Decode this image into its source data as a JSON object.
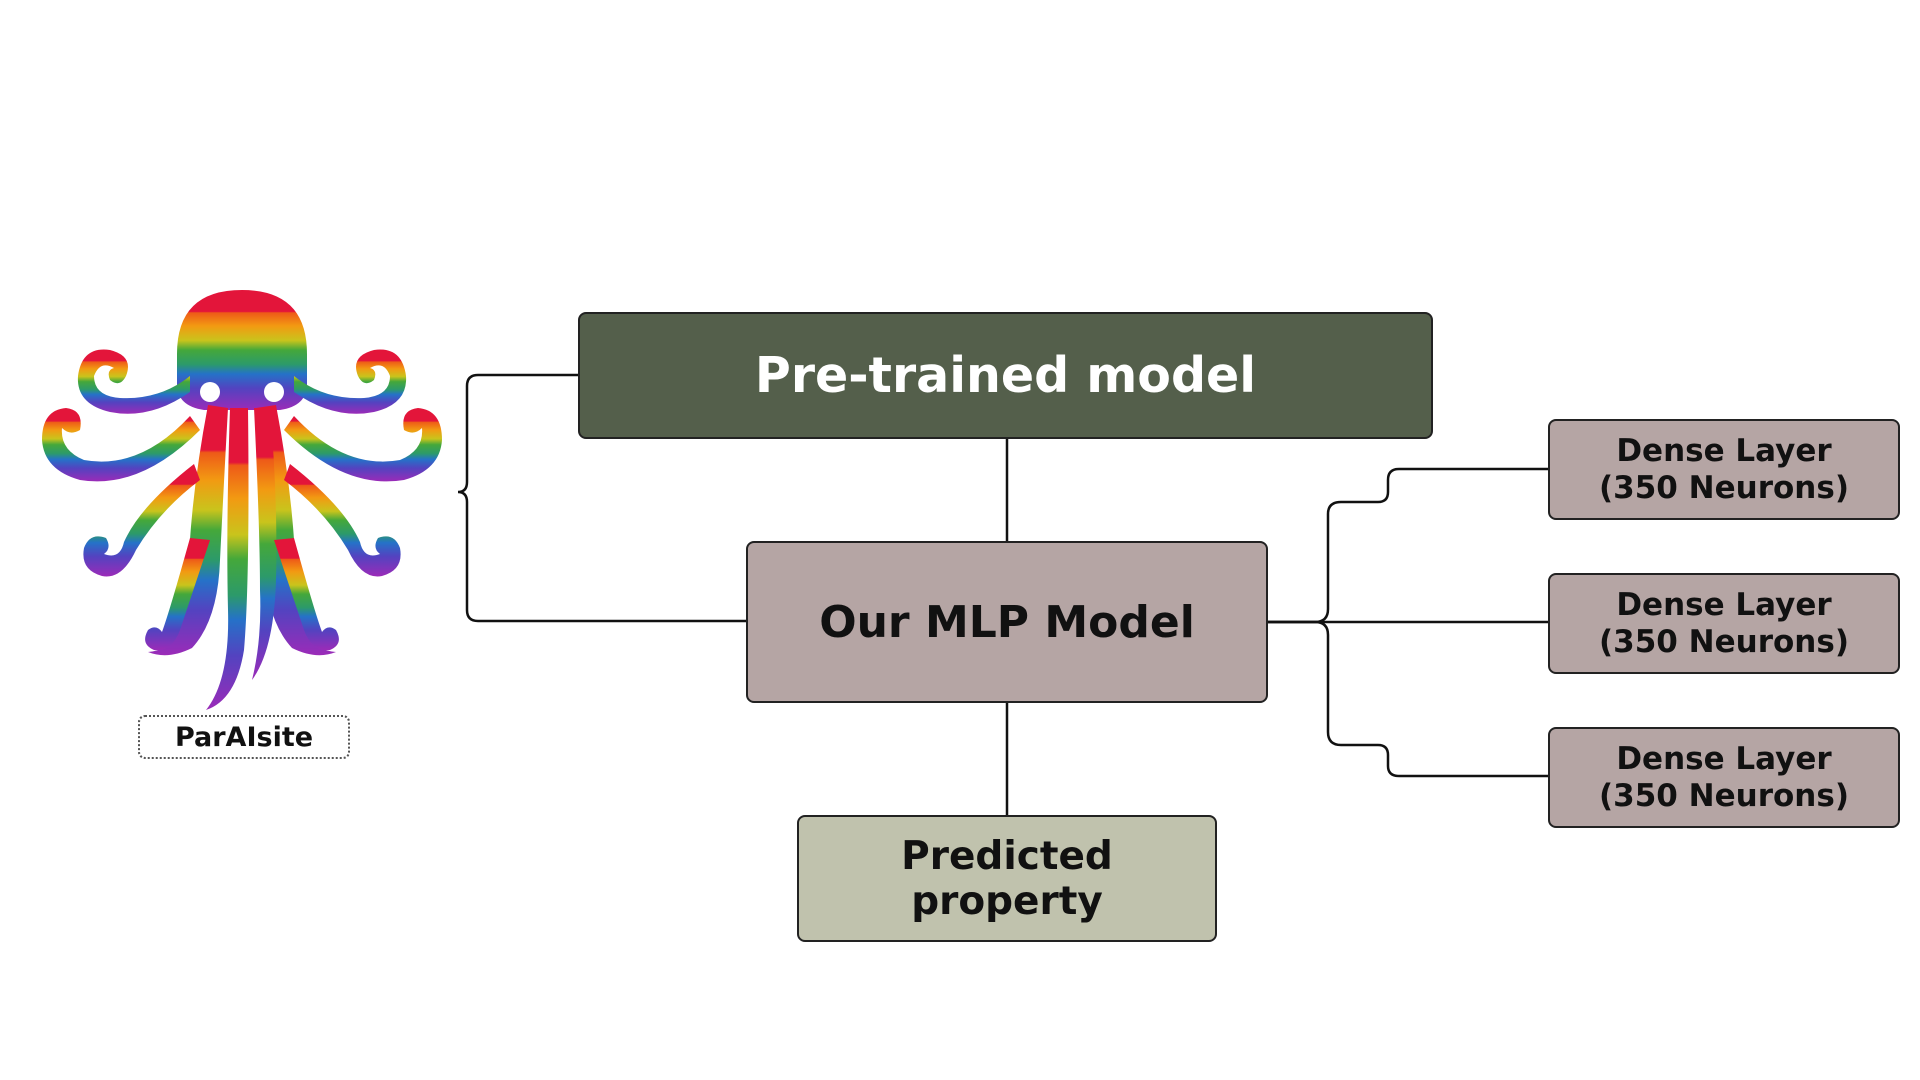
{
  "logo": {
    "label": "ParAIsite",
    "icon": "rainbow-octopus-icon"
  },
  "nodes": {
    "pretrained": "Pre-trained model",
    "mlp": "Our MLP Model",
    "predicted": "Predicted property",
    "dense_layers": [
      {
        "line1": "Dense Layer",
        "line2": "(350 Neurons)"
      },
      {
        "line1": "Dense Layer",
        "line2": "(350 Neurons)"
      },
      {
        "line1": "Dense Layer",
        "line2": "(350 Neurons)"
      }
    ]
  },
  "colors": {
    "pretrained_fill": "#545f4b",
    "mlp_fill": "#b5a5a4",
    "predicted_fill": "#c0c2ad",
    "dense_fill": "#b5a5a4",
    "border": "#222222"
  }
}
